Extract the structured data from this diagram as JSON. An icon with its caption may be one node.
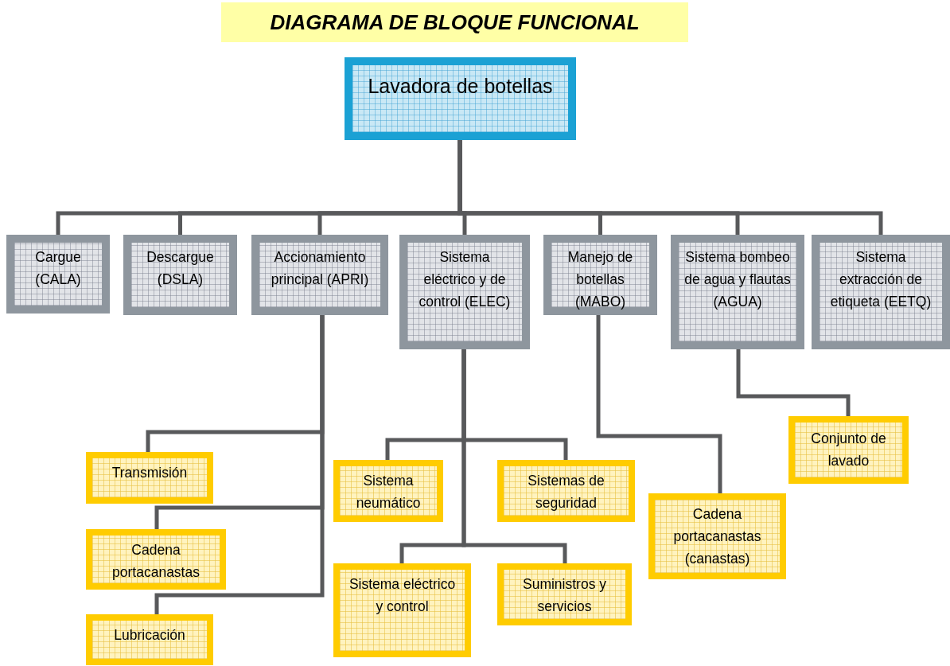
{
  "diagram": {
    "title": "DIAGRAMA DE BLOQUE FUNCIONAL",
    "nodes": [
      {
        "text": [
          "Lavadora de botellas"
        ]
      },
      {
        "text": [
          "Cargue (CALA)"
        ]
      },
      {
        "text": [
          "Descargue (DSLA)"
        ]
      },
      {
        "text": [
          "Accionamiento principal (APRI)"
        ]
      },
      {
        "text": [
          "Sistema eléctrico y de control (ELEC)"
        ]
      },
      {
        "text": [
          "Manejo de botellas (MABO)"
        ]
      },
      {
        "text": [
          "Sistema bombeo de agua y flautas (AGUA)"
        ]
      },
      {
        "text": [
          "Sistema extracción de etiqueta (EETQ)"
        ]
      },
      {
        "text": [
          "Transmisión"
        ]
      },
      {
        "text": [
          "Cadena portacanastas"
        ]
      },
      {
        "text": [
          "Lubricación"
        ]
      },
      {
        "text": [
          "Sistema neumático"
        ]
      },
      {
        "text": [
          "Sistemas de seguridad"
        ]
      },
      {
        "text": [
          "Sistema eléctrico y control"
        ]
      },
      {
        "text": [
          "Suministros y servicios"
        ]
      },
      {
        "text": [
          "Cadena portacanastas (canastas)"
        ]
      },
      {
        "text": [
          "Conjunto de lavado"
        ]
      }
    ],
    "edges": [
      {
        "from": 0,
        "to": 1,
        "arrow": "none"
      },
      {
        "from": 0,
        "to": 2,
        "arrow": "none"
      },
      {
        "from": 0,
        "to": 3,
        "arrow": "none"
      },
      {
        "from": 0,
        "to": 4,
        "arrow": "none"
      },
      {
        "from": 0,
        "to": 5,
        "arrow": "none"
      },
      {
        "from": 0,
        "to": 6,
        "arrow": "none"
      },
      {
        "from": 0,
        "to": 7,
        "arrow": "none"
      },
      {
        "from": 3,
        "to": 8,
        "arrow": "none"
      },
      {
        "from": 3,
        "to": 9,
        "arrow": "none"
      },
      {
        "from": 3,
        "to": 10,
        "arrow": "none"
      },
      {
        "from": 4,
        "to": 11,
        "arrow": "none"
      },
      {
        "from": 4,
        "to": 12,
        "arrow": "none"
      },
      {
        "from": 4,
        "to": 13,
        "arrow": "none"
      },
      {
        "from": 4,
        "to": 14,
        "arrow": "none"
      },
      {
        "from": 5,
        "to": 15,
        "arrow": "none"
      },
      {
        "from": 6,
        "to": 16,
        "arrow": "none"
      }
    ]
  }
}
